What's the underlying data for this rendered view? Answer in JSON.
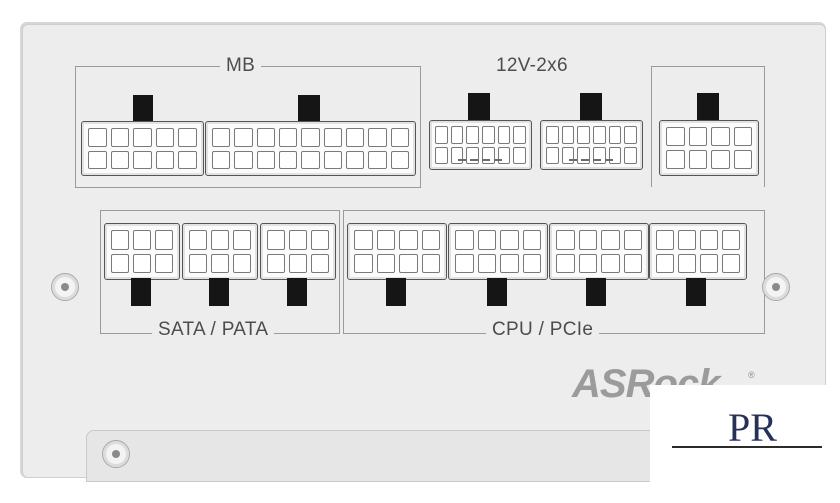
{
  "labels": {
    "mb": "MB",
    "gpu": "12V-2x6",
    "sata": "SATA / PATA",
    "cpu": "CPU / PCIe"
  },
  "brand": {
    "name": "ASRock",
    "reg_mark": "®"
  },
  "watermark": {
    "text": "PR"
  },
  "colors": {
    "panel": "#ededed",
    "connector_body": "#fbfbfb",
    "latch": "#151515",
    "outline": "#9a9a9a"
  }
}
